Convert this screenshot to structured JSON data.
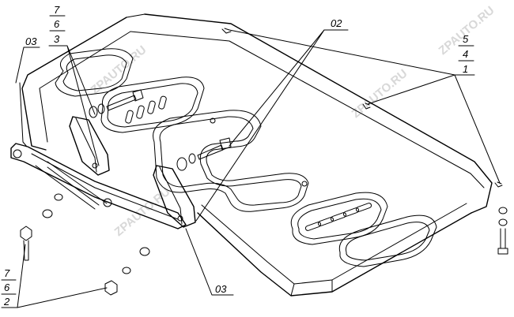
{
  "callouts": {
    "top_left_stack": [
      "7",
      "6",
      "3"
    ],
    "top_left_single": "03",
    "top_center": "02",
    "right_stack": [
      "5",
      "4",
      "1"
    ],
    "bottom_left_stack": [
      "7",
      "6",
      "2"
    ],
    "bottom_center": "03"
  },
  "watermark": "ZPAUTO.RU"
}
